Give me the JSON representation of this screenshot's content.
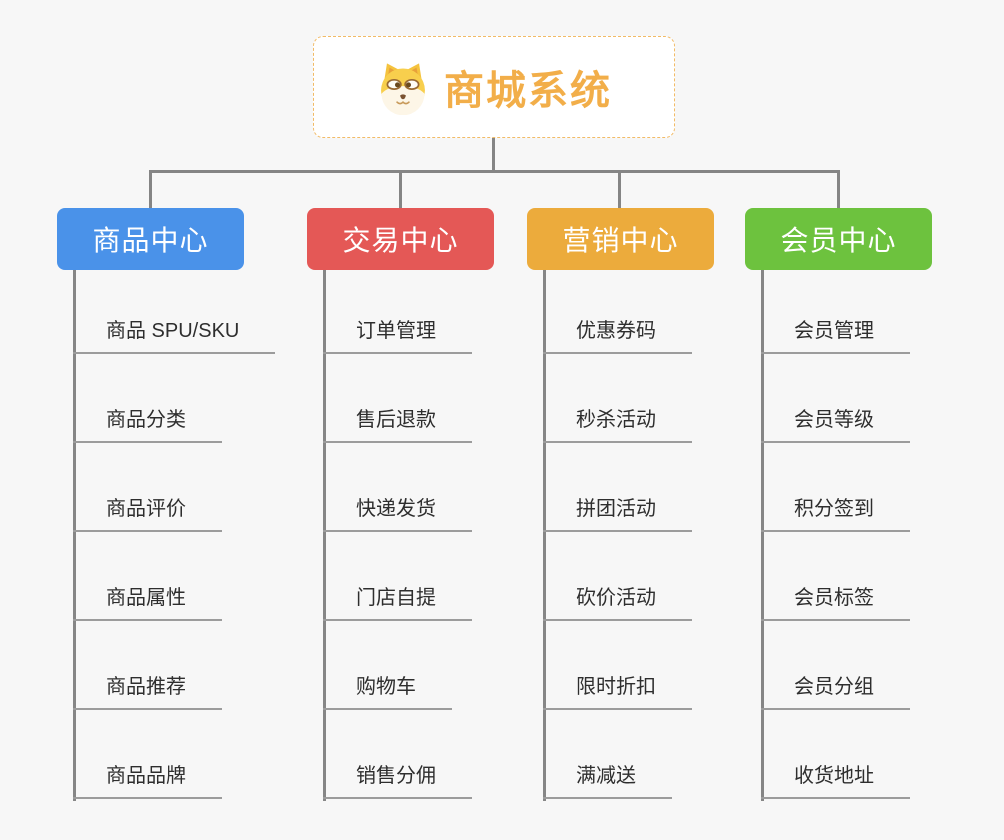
{
  "root": {
    "title": "商城系统",
    "icon": "dog-face-icon"
  },
  "branches": [
    {
      "label": "商品中心",
      "color": "#4A92E9",
      "children": [
        "商品 SPU/SKU",
        "商品分类",
        "商品评价",
        "商品属性",
        "商品推荐",
        "商品品牌"
      ]
    },
    {
      "label": "交易中心",
      "color": "#E45856",
      "children": [
        "订单管理",
        "售后退款",
        "快递发货",
        "门店自提",
        "购物车",
        "销售分佣"
      ]
    },
    {
      "label": "营销中心",
      "color": "#ECAB3C",
      "children": [
        "优惠券码",
        "秒杀活动",
        "拼团活动",
        "砍价活动",
        "限时折扣",
        "满减送"
      ]
    },
    {
      "label": "会员中心",
      "color": "#6DC23E",
      "children": [
        "会员管理",
        "会员等级",
        "积分签到",
        "会员标签",
        "会员分组",
        "收货地址"
      ]
    }
  ],
  "colors": {
    "background": "#f7f7f7",
    "root_accent": "#F2AE49",
    "root_border": "#F2BB66",
    "connector_line": "#858585",
    "child_underline": "#9C9C9C",
    "child_text": "#2E2E2E"
  }
}
